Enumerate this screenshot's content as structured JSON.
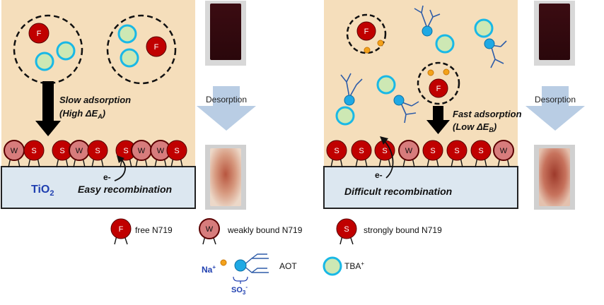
{
  "left_panel": {
    "adsorption": "Slow adsorption",
    "adsorption_energy_prefix": "(High ",
    "adsorption_energy_symbol": "ΔE",
    "adsorption_energy_sub": "A",
    "adsorption_energy_suffix": ")",
    "substrate": "TiO",
    "substrate_sub": "2",
    "electron": "e-",
    "recombination": "Easy recombination",
    "desorption": "Desorption",
    "surface_sequence": [
      "W",
      "S",
      "S",
      "W",
      "S",
      "S",
      "W",
      "W",
      "S"
    ]
  },
  "right_panel": {
    "adsorption": "Fast adsorption",
    "adsorption_energy_prefix": "(Low ",
    "adsorption_energy_symbol": "ΔE",
    "adsorption_energy_sub": "B",
    "adsorption_energy_suffix": ")",
    "electron": "e-",
    "recombination": "Difficult  recombination",
    "desorption": "Desorption",
    "surface_sequence": [
      "S",
      "S",
      "S",
      "W",
      "S",
      "S",
      "S",
      "W"
    ]
  },
  "dye_labels": {
    "free": "F",
    "weak": "W",
    "strong": "S"
  },
  "legend": {
    "free": "free  N719",
    "weak": "weakly bound N719",
    "strong": "strongly bound N719",
    "na": "Na",
    "na_sup": "+",
    "so3": "SO",
    "so3_sub": "3",
    "so3_sup": "-",
    "aot": "AOT",
    "tba": "TBA",
    "tba_sup": "+"
  },
  "colors": {
    "panel_bg": "#f5debb",
    "substrate_bg": "#dce7f0",
    "strong_dye": "#c00000",
    "weak_dye": "#d77c7c",
    "tba_fill": "#cde8b4",
    "tba_ring": "#19b8e6",
    "aot_head": "#1fa9e4",
    "aot_tail": "#2e5ca8",
    "na": "#f3a21b",
    "desorption_arrow": "#b9cde4",
    "text_blue": "#1f3fb0"
  }
}
